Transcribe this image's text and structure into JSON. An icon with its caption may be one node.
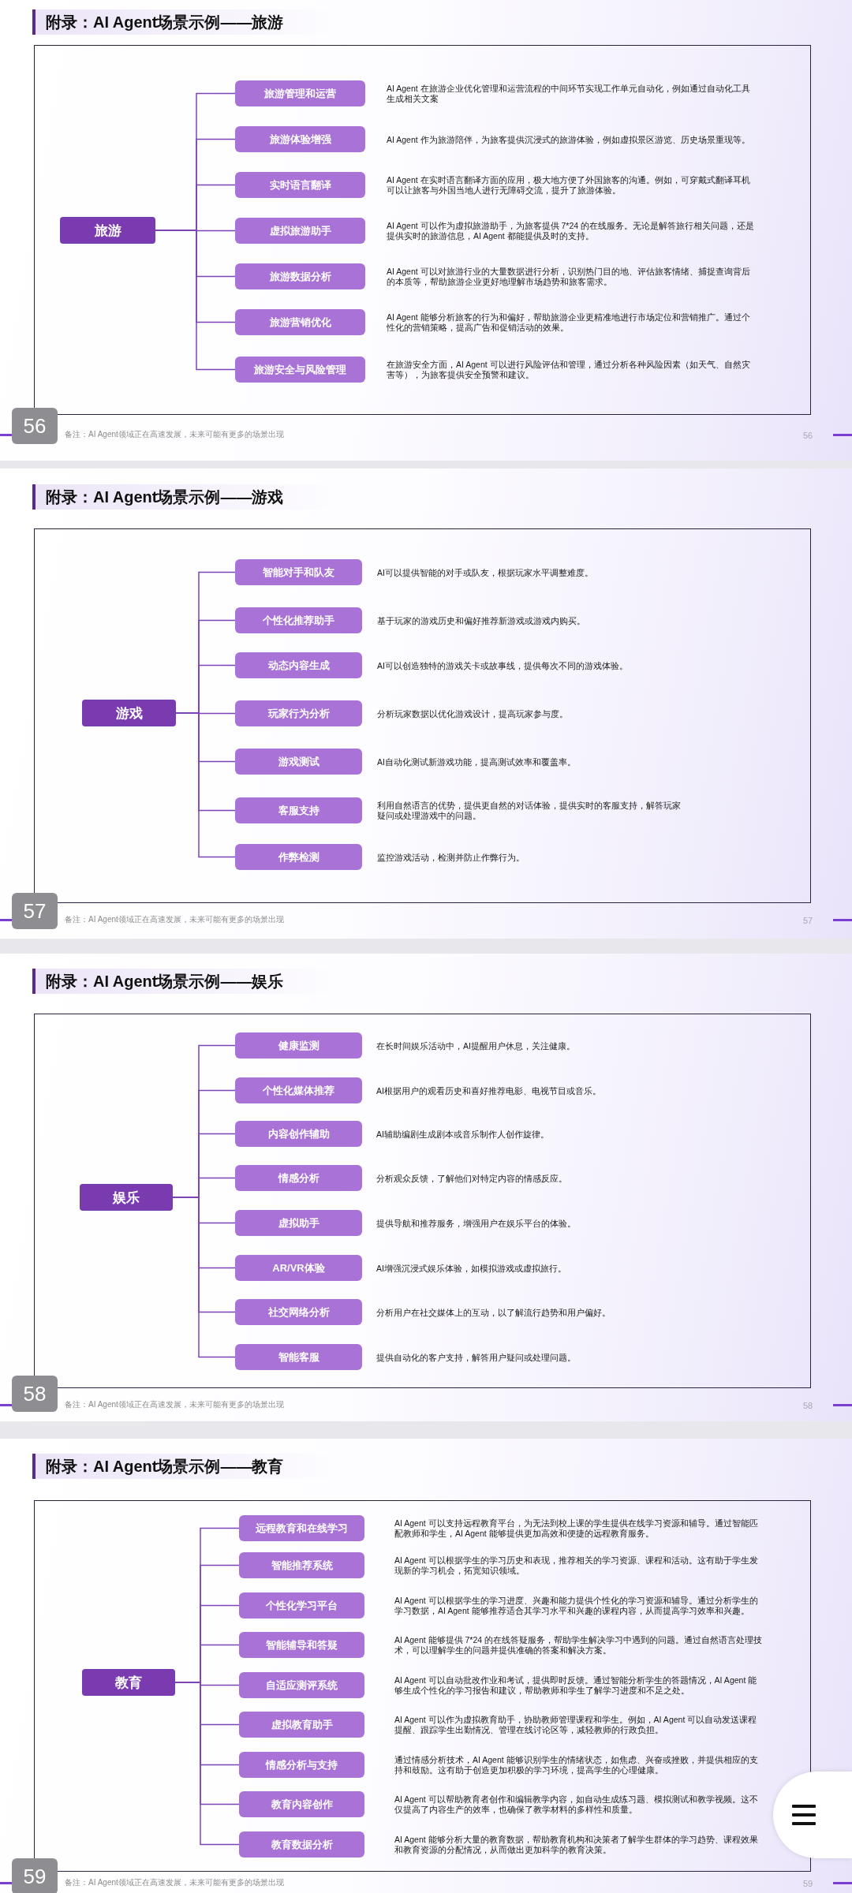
{
  "diagram": {
    "nodes": [
      {
        "text": [
          "附录：AI Agent场景示例——旅游"
        ]
      },
      {
        "text": [
          "旅游"
        ],
        "in": 0
      },
      {
        "text": [
          "旅游管理和运营"
        ],
        "in": 0,
        "beside": [
          "AI Agent 在旅游企业优化管理和运营流程的中间环节实现工作单元自动化，例如通过自动化工具生成相关文案"
        ]
      },
      {
        "text": [
          "旅游体验增强"
        ],
        "in": 0,
        "beside": [
          "AI Agent 作为旅游陪伴，为旅客提供沉浸式的旅游体验，例如虚拟景区游览、历史场景重现等。"
        ]
      },
      {
        "text": [
          "实时语言翻译"
        ],
        "in": 0,
        "beside": [
          "AI Agent 在实时语言翻译方面的应用，极大地方便了外国旅客的沟通。例如，可穿戴式翻译耳机可以让旅客与外国当地人进行无障碍交流，提升了旅游体验。"
        ]
      },
      {
        "text": [
          "虚拟旅游助手"
        ],
        "in": 0,
        "beside": [
          "AI Agent 可以作为虚拟旅游助手，为旅客提供 7*24 的在线服务。无论是解答旅行相关问题，还是提供实时的旅游信息，AI Agent 都能提供及时的支持。"
        ]
      },
      {
        "text": [
          "旅游数据分析"
        ],
        "in": 0,
        "beside": [
          "AI Agent 可以对旅游行业的大量数据进行分析，识别热门目的地、评估旅客情绪、捕捉查询背后的本质等，帮助旅游企业更好地理解市场趋势和旅客需求。"
        ]
      },
      {
        "text": [
          "旅游营销优化"
        ],
        "in": 0,
        "beside": [
          "AI Agent 能够分析旅客的行为和偏好，帮助旅游企业更精准地进行市场定位和营销推广。通过个性化的营销策略，提高广告和促销活动的效果。"
        ]
      },
      {
        "text": [
          "旅游安全与风险管理"
        ],
        "in": 0,
        "beside": [
          "在旅游安全方面，AI Agent 可以进行风险评估和管理，通过分析各种风险因素（如天气、自然灾害等），为旅客提供安全预警和建议。"
        ]
      },
      {
        "text": [
          "附录：AI Agent场景示例——游戏"
        ]
      },
      {
        "text": [
          "游戏"
        ],
        "in": 9
      },
      {
        "text": [
          "智能对手和队友"
        ],
        "in": 9,
        "beside": [
          "AI可以提供智能的对手或队友，根据玩家水平调整难度。"
        ]
      },
      {
        "text": [
          "个性化推荐助手"
        ],
        "in": 9,
        "beside": [
          "基于玩家的游戏历史和偏好推荐新游戏或游戏内购买。"
        ]
      },
      {
        "text": [
          "动态内容生成"
        ],
        "in": 9,
        "beside": [
          "AI可以创造独特的游戏关卡或故事线，提供每次不同的游戏体验。"
        ]
      },
      {
        "text": [
          "玩家行为分析"
        ],
        "in": 9,
        "beside": [
          "分析玩家数据以优化游戏设计，提高玩家参与度。"
        ]
      },
      {
        "text": [
          "游戏测试"
        ],
        "in": 9,
        "beside": [
          "AI自动化测试新游戏功能，提高测试效率和覆盖率。"
        ]
      },
      {
        "text": [
          "客服支持"
        ],
        "in": 9,
        "beside": [
          "利用自然语言的优势，提供更自然的对话体验，提供实时的客服支持，解答玩家疑问或处理游戏中的问题。"
        ]
      },
      {
        "text": [
          "作弊检测"
        ],
        "in": 9,
        "beside": [
          "监控游戏活动，检测并防止作弊行为。"
        ]
      },
      {
        "text": [
          "附录：AI Agent场景示例——娱乐"
        ]
      },
      {
        "text": [
          "娱乐"
        ],
        "in": 18
      },
      {
        "text": [
          "健康监测"
        ],
        "in": 18,
        "beside": [
          "在长时间娱乐活动中，AI提醒用户休息，关注健康。"
        ]
      },
      {
        "text": [
          "个性化媒体推荐"
        ],
        "in": 18,
        "beside": [
          "AI根据用户的观看历史和喜好推荐电影、电视节目或音乐。"
        ]
      },
      {
        "text": [
          "内容创作辅助"
        ],
        "in": 18,
        "beside": [
          "AI辅助编剧生成剧本或音乐制作人创作旋律。"
        ]
      },
      {
        "text": [
          "情感分析"
        ],
        "in": 18,
        "beside": [
          "分析观众反馈，了解他们对特定内容的情感反应。"
        ]
      },
      {
        "text": [
          "虚拟助手"
        ],
        "in": 18,
        "beside": [
          "提供导航和推荐服务，增强用户在娱乐平台的体验。"
        ]
      },
      {
        "text": [
          "AR/VR体验"
        ],
        "in": 18,
        "beside": [
          "AI增强沉浸式娱乐体验，如模拟游戏或虚拟旅行。"
        ]
      },
      {
        "text": [
          "社交网络分析"
        ],
        "in": 18,
        "beside": [
          "分析用户在社交媒体上的互动，以了解流行趋势和用户偏好。"
        ]
      },
      {
        "text": [
          "智能客服"
        ],
        "in": 18,
        "beside": [
          "提供自动化的客户支持，解答用户疑问或处理问题。"
        ]
      },
      {
        "text": [
          "附录：AI Agent场景示例——教育"
        ]
      },
      {
        "text": [
          "教育"
        ],
        "in": 28
      },
      {
        "text": [
          "远程教育和在线学习"
        ],
        "in": 28,
        "beside": [
          "AI Agent 可以支持远程教育平台，为无法到校上课的学生提供在线学习资源和辅导。通过智能匹配教师和学生，AI Agent 能够提供更加高效和便捷的远程教育服务。"
        ]
      },
      {
        "text": [
          "智能推荐系统"
        ],
        "in": 28,
        "beside": [
          "AI Agent 可以根据学生的学习历史和表现，推荐相关的学习资源、课程和活动。这有助于学生发现新的学习机会，拓宽知识领域。"
        ]
      },
      {
        "text": [
          "个性化学习平台"
        ],
        "in": 28,
        "beside": [
          "AI Agent 可以根据学生的学习进度、兴趣和能力提供个性化的学习资源和辅导。通过分析学生的学习数据，AI Agent 能够推荐适合其学习水平和兴趣的课程内容，从而提高学习效率和兴趣。"
        ]
      },
      {
        "text": [
          "智能辅导和答疑"
        ],
        "in": 28,
        "beside": [
          "AI Agent 能够提供 7*24 的在线答疑服务，帮助学生解决学习中遇到的问题。通过自然语言处理技术，可以理解学生的问题并提供准确的答案和解决方案。"
        ]
      },
      {
        "text": [
          "自适应测评系统"
        ],
        "in": 28,
        "beside": [
          "AI Agent 可以自动批改作业和考试，提供即时反馈。通过智能分析学生的答题情况，AI Agent 能够生成个性化的学习报告和建议，帮助教师和学生了解学习进度和不足之处。"
        ]
      },
      {
        "text": [
          "虚拟教育助手"
        ],
        "in": 28,
        "beside": [
          "AI Agent 可以作为虚拟教育助手，协助教师管理课程和学生。例如，AI Agent 可以自动发送课程提醒、跟踪学生出勤情况、管理在线讨论区等，减轻教师的行政负担。"
        ]
      },
      {
        "text": [
          "情感分析与支持"
        ],
        "in": 28,
        "beside": [
          "通过情感分析技术，AI Agent 能够识别学生的情绪状态，如焦虑、兴奋或挫败，并提供相应的支持和鼓励。这有助于创造更加积极的学习环境，提高学生的心理健康。"
        ]
      },
      {
        "text": [
          "教育内容创作"
        ],
        "in": 28,
        "beside": [
          "AI Agent 可以帮助教育者创作和编辑教学内容，如自动生成练习题、模拟测试和教学视频。这不仅提高了内容生产的效率，也确保了教学材料的多样性和质量。"
        ]
      },
      {
        "text": [
          "教育数据分析"
        ],
        "in": 28,
        "beside": [
          "AI Agent 能够分析大量的教育数据，帮助教育机构和决策者了解学生群体的学习趋势、课程效果和教育资源的分配情况，从而做出更加科学的教育决策。"
        ]
      }
    ],
    "edges": [
      {
        "from": 1,
        "to": 2,
        "arrow": "none"
      },
      {
        "from": 1,
        "to": 3,
        "arrow": "none"
      },
      {
        "from": 1,
        "to": 4,
        "arrow": "none"
      },
      {
        "from": 1,
        "to": 5,
        "arrow": "none"
      },
      {
        "from": 1,
        "to": 6,
        "arrow": "none"
      },
      {
        "from": 1,
        "to": 7,
        "arrow": "none"
      },
      {
        "from": 1,
        "to": 8,
        "arrow": "none"
      },
      {
        "from": 10,
        "to": 11,
        "arrow": "none"
      },
      {
        "from": 10,
        "to": 12,
        "arrow": "none"
      },
      {
        "from": 10,
        "to": 13,
        "arrow": "none"
      },
      {
        "from": 10,
        "to": 14,
        "arrow": "none"
      },
      {
        "from": 10,
        "to": 15,
        "arrow": "none"
      },
      {
        "from": 10,
        "to": 16,
        "arrow": "none"
      },
      {
        "from": 10,
        "to": 17,
        "arrow": "none"
      },
      {
        "from": 19,
        "to": 20,
        "arrow": "none"
      },
      {
        "from": 19,
        "to": 21,
        "arrow": "none"
      },
      {
        "from": 19,
        "to": 22,
        "arrow": "none"
      },
      {
        "from": 19,
        "to": 23,
        "arrow": "none"
      },
      {
        "from": 19,
        "to": 24,
        "arrow": "none"
      },
      {
        "from": 19,
        "to": 25,
        "arrow": "none"
      },
      {
        "from": 19,
        "to": 26,
        "arrow": "none"
      },
      {
        "from": 19,
        "to": 27,
        "arrow": "none"
      },
      {
        "from": 29,
        "to": 30,
        "arrow": "none"
      },
      {
        "from": 29,
        "to": 31,
        "arrow": "none"
      },
      {
        "from": 29,
        "to": 32,
        "arrow": "none"
      },
      {
        "from": 29,
        "to": 33,
        "arrow": "none"
      },
      {
        "from": 29,
        "to": 34,
        "arrow": "none"
      },
      {
        "from": 29,
        "to": 35,
        "arrow": "none"
      },
      {
        "from": 29,
        "to": 36,
        "arrow": "none"
      },
      {
        "from": 29,
        "to": 37,
        "arrow": "none"
      },
      {
        "from": 29,
        "to": 38,
        "arrow": "none"
      }
    ],
    "labels": [
      "56",
      "备注：AI Agent领域正在高速发展，未来可能有更多的场景出现",
      "56",
      "57",
      "备注：AI Agent领域正在高速发展，未来可能有更多的场景出现",
      "57",
      "58",
      "备注：AI Agent领域正在高速发展，未来可能有更多的场景出现",
      "58",
      "59",
      "备注：AI Agent领域正在高速发展，未来可能有更多的场景出现",
      "59"
    ]
  }
}
